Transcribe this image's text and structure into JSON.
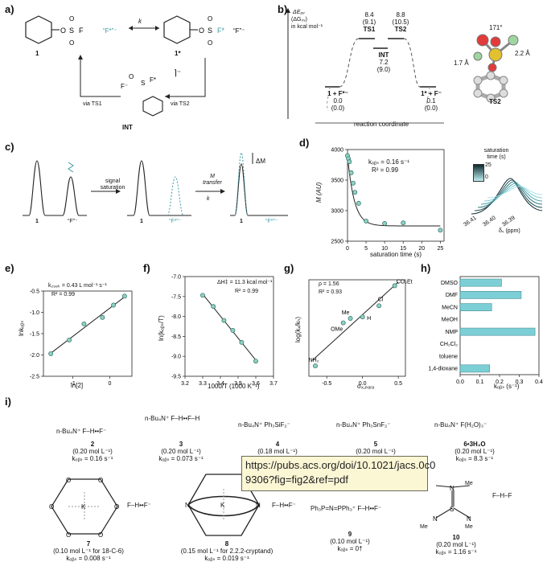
{
  "panels": {
    "a": {
      "label": "a)",
      "mol1": "1",
      "mol1star": "1*",
      "fluoride_rhs": "“F”⁻",
      "fluoride_lhs": "“F*”⁻",
      "k": "k",
      "via_ts1": "via TS1",
      "via_ts2": "via TS2",
      "int": "INT"
    },
    "b": {
      "label": "b)",
      "ylabel_line1": "ΔE₀ᵥ",
      "ylabel_line2": "(ΔG₀ᵥ)",
      "ylabel_line3": "in kcal mol⁻¹",
      "ts1_val": "8.4",
      "ts1_g": "(9.1)",
      "ts1": "TS1",
      "ts2_val": "8.8",
      "ts2_g": "(10.5)",
      "ts2": "TS2",
      "int": "INT",
      "int_val": "7.2",
      "int_g": "(9.0)",
      "left": "1 + F*⁻",
      "left_val": "0.0",
      "left_g": "(0.0)",
      "right": "1* + F⁻",
      "right_val": "0.1",
      "right_g": "(0.0)",
      "xlabel": "reaction coordinate",
      "angle": "171°",
      "d1": "1.7 Å",
      "d2": "2.2 Å",
      "struct": "TS2"
    },
    "c": {
      "label": "c)",
      "signal_saturation": "signal\nsaturation",
      "m_transfer": "M\ntransfer",
      "k": "k",
      "dM": "ΔM",
      "p1": "1",
      "pF": "“F”⁻",
      "pFs": "“F*”⁻"
    },
    "d": {
      "label": "d)",
      "kobs": "kₒᵦₛ = 0.16 s⁻¹",
      "r2": "R² = 0.99",
      "ylabel": "M (AU)",
      "xlabel": "saturation time (s)",
      "yticks": [
        "4000",
        "3500",
        "3000",
        "2500"
      ],
      "xticks": [
        "0",
        "5",
        "10",
        "15",
        "20",
        "25"
      ],
      "inset_title": "saturation\ntime (s)",
      "inset_max": "25",
      "inset_min": "0",
      "inset_ticks": [
        "36.41",
        "36.40",
        "36.39"
      ],
      "inset_xlabel": "δₛ (ppm)"
    },
    "e": {
      "label": "e)",
      "k": "k₂₉₈ₖ = 0.43 L mol⁻¹ s⁻¹",
      "r2": "R² = 0.99",
      "ylabel": "lnkₒᵦₛ",
      "xlabel": "ln[2]",
      "yticks": [
        "-0.5",
        "-1.0",
        "-1.5",
        "-2.0",
        "-2.5"
      ],
      "xticks": [
        "-1",
        "0"
      ]
    },
    "f": {
      "label": "f)",
      "dh": "ΔH‡ = 11.3 kcal mol⁻¹",
      "r2": "R² = 0.99",
      "ylabel": "ln(kₒᵦₛ/T)",
      "xlabel": "1000/T (1000 K⁻¹)",
      "yticks": [
        "-7.0",
        "-7.5",
        "-8.0",
        "-8.5",
        "-9.0",
        "-9.5"
      ],
      "xticks": [
        "3.2",
        "3.3",
        "3.4",
        "3.5",
        "3.6",
        "3.7"
      ]
    },
    "g": {
      "label": "g)",
      "rho": "ρ = 1.56",
      "r2": "R² = 0.93",
      "ylabel": "log(kₓ/kₕ)",
      "xlabel": "σₓ,ₚₐᵣₐ",
      "xticks": [
        "-0.5",
        "0.0",
        "0.5"
      ],
      "pts": [
        "CO₂Et",
        "Cl",
        "Me",
        "H",
        "OMe",
        "NH₂"
      ]
    },
    "h": {
      "label": "h)",
      "solvents": [
        "DMSO",
        "DMF",
        "MeCN",
        "MeOH",
        "NMP",
        "CH₂Cl₂",
        "toluene",
        "1,4-dioxane"
      ],
      "xticks": [
        "0.0",
        "0.1",
        "0.2",
        "0.3",
        "0.4"
      ],
      "xlabel": "kₒᵦₛ (s⁻¹)"
    },
    "i": {
      "label": "i)",
      "compounds": [
        {
          "num": "2",
          "formula": "n-Bu₄N⁺ F–H••F⁻",
          "conc": "(0.20 mol L⁻¹)",
          "k": "kₒᵦₛ = 0.16 s⁻¹"
        },
        {
          "num": "3",
          "formula": "n-Bu₄N⁺  F–H••F–H",
          "conc": "(0.20 mol L⁻¹)",
          "k": "kₒᵦₛ = 0.073 s⁻¹"
        },
        {
          "num": "4",
          "formula": "n-Bu₄N⁺ Ph₃SiF₂⁻",
          "conc": "(0.18 mol L⁻¹)",
          "k": ""
        },
        {
          "num": "5",
          "formula": "n-Bu₄N⁺ Ph₃SnF₂⁻",
          "conc": "(0.20 mol L⁻¹)",
          "k": ""
        },
        {
          "num": "6•3H₂O",
          "formula": "n-Bu₄N⁺ F(H₂O)₃⁻",
          "conc": "(0.20 mol L⁻¹)",
          "k": "kₒᵦₛ = 8.3 s⁻¹"
        },
        {
          "num": "7",
          "formula": "F–H••F⁻",
          "conc": "(0.10 mol L⁻¹ for 18-C-6)",
          "k": "kₒᵦₛ = 0.008 s⁻¹"
        },
        {
          "num": "8",
          "formula": "F–H••F⁻",
          "conc": "(0.15 mol L⁻¹ for 2.2.2-cryptand)",
          "k": "kₒᵦₛ = 0.019 s⁻¹"
        },
        {
          "num": "9",
          "formula": "Ph₃P=N=PPh₃⁺  F–H••F⁻",
          "conc": "(0.10 mol L⁻¹)",
          "k": "kₒᵦₛ = 0†"
        },
        {
          "num": "10",
          "formula": "F–H–F",
          "conc": "(0.20 mol L⁻¹)",
          "k": "kₒᵦₛ = 1.16 s⁻¹"
        }
      ],
      "k_label": "K",
      "n_label": "N",
      "o_label": "O",
      "me": "Me"
    }
  },
  "tooltip": {
    "line1": "https://pubs.acs.org/doi/10.1021/jacs.0c0",
    "line2": "9306?fig=fig2&ref=pdf"
  },
  "chart_data": [
    {
      "type": "scatter",
      "panel": "d",
      "xlabel": "saturation time (s)",
      "ylabel": "M (AU)",
      "xlim": [
        0,
        26
      ],
      "ylim": [
        2500,
        4000
      ],
      "x": [
        0,
        0.25,
        0.5,
        1,
        1.5,
        2,
        3,
        5,
        10,
        15,
        25
      ],
      "y": [
        3900,
        3850,
        3800,
        3620,
        3450,
        3300,
        3120,
        2830,
        2790,
        2800,
        2680
      ],
      "fit": "exponential decay, k = 0.16 s⁻¹"
    },
    {
      "type": "scatter",
      "panel": "e",
      "xlabel": "ln[2]",
      "ylabel": "lnkₒᵦₛ",
      "xlim": [
        -1.8,
        0.6
      ],
      "ylim": [
        -2.5,
        -0.5
      ],
      "x": [
        -1.6,
        -1.1,
        -0.7,
        -0.2,
        0.1,
        0.4
      ],
      "y": [
        -1.97,
        -1.65,
        -1.27,
        -1.12,
        -0.83,
        -0.62
      ]
    },
    {
      "type": "scatter",
      "panel": "f",
      "xlabel": "1000/T (1000 K⁻¹)",
      "ylabel": "ln(kₒᵦₛ/T)",
      "xlim": [
        3.2,
        3.7
      ],
      "ylim": [
        -9.5,
        -7.0
      ],
      "x": [
        3.3,
        3.36,
        3.42,
        3.47,
        3.52,
        3.6
      ],
      "y": [
        -7.47,
        -7.75,
        -8.1,
        -8.35,
        -8.65,
        -9.12
      ]
    },
    {
      "type": "scatter",
      "panel": "g",
      "xlabel": "σₓ,ₚₐᵣₐ",
      "ylabel": "log(kₓ/kₕ)",
      "xlim": [
        -0.75,
        0.6
      ],
      "ylim": [
        -0.8,
        0.5
      ],
      "labels": [
        "NH₂",
        "OMe",
        "Me",
        "H",
        "Cl",
        "CO₂Et"
      ],
      "x": [
        -0.66,
        -0.27,
        -0.17,
        0.0,
        0.23,
        0.45
      ],
      "y": [
        -0.66,
        -0.08,
        -0.02,
        0.0,
        0.15,
        0.42
      ]
    },
    {
      "type": "bar",
      "panel": "h",
      "orientation": "horizontal",
      "categories": [
        "DMSO",
        "DMF",
        "MeCN",
        "MeOH",
        "NMP",
        "CH₂Cl₂",
        "toluene",
        "1,4-dioxane"
      ],
      "values": [
        0.21,
        0.31,
        0.16,
        0.0,
        0.38,
        0.0,
        0.0,
        0.15
      ],
      "xlim": [
        0,
        0.4
      ],
      "xlabel": "kₒᵦₛ (s⁻¹)"
    }
  ]
}
